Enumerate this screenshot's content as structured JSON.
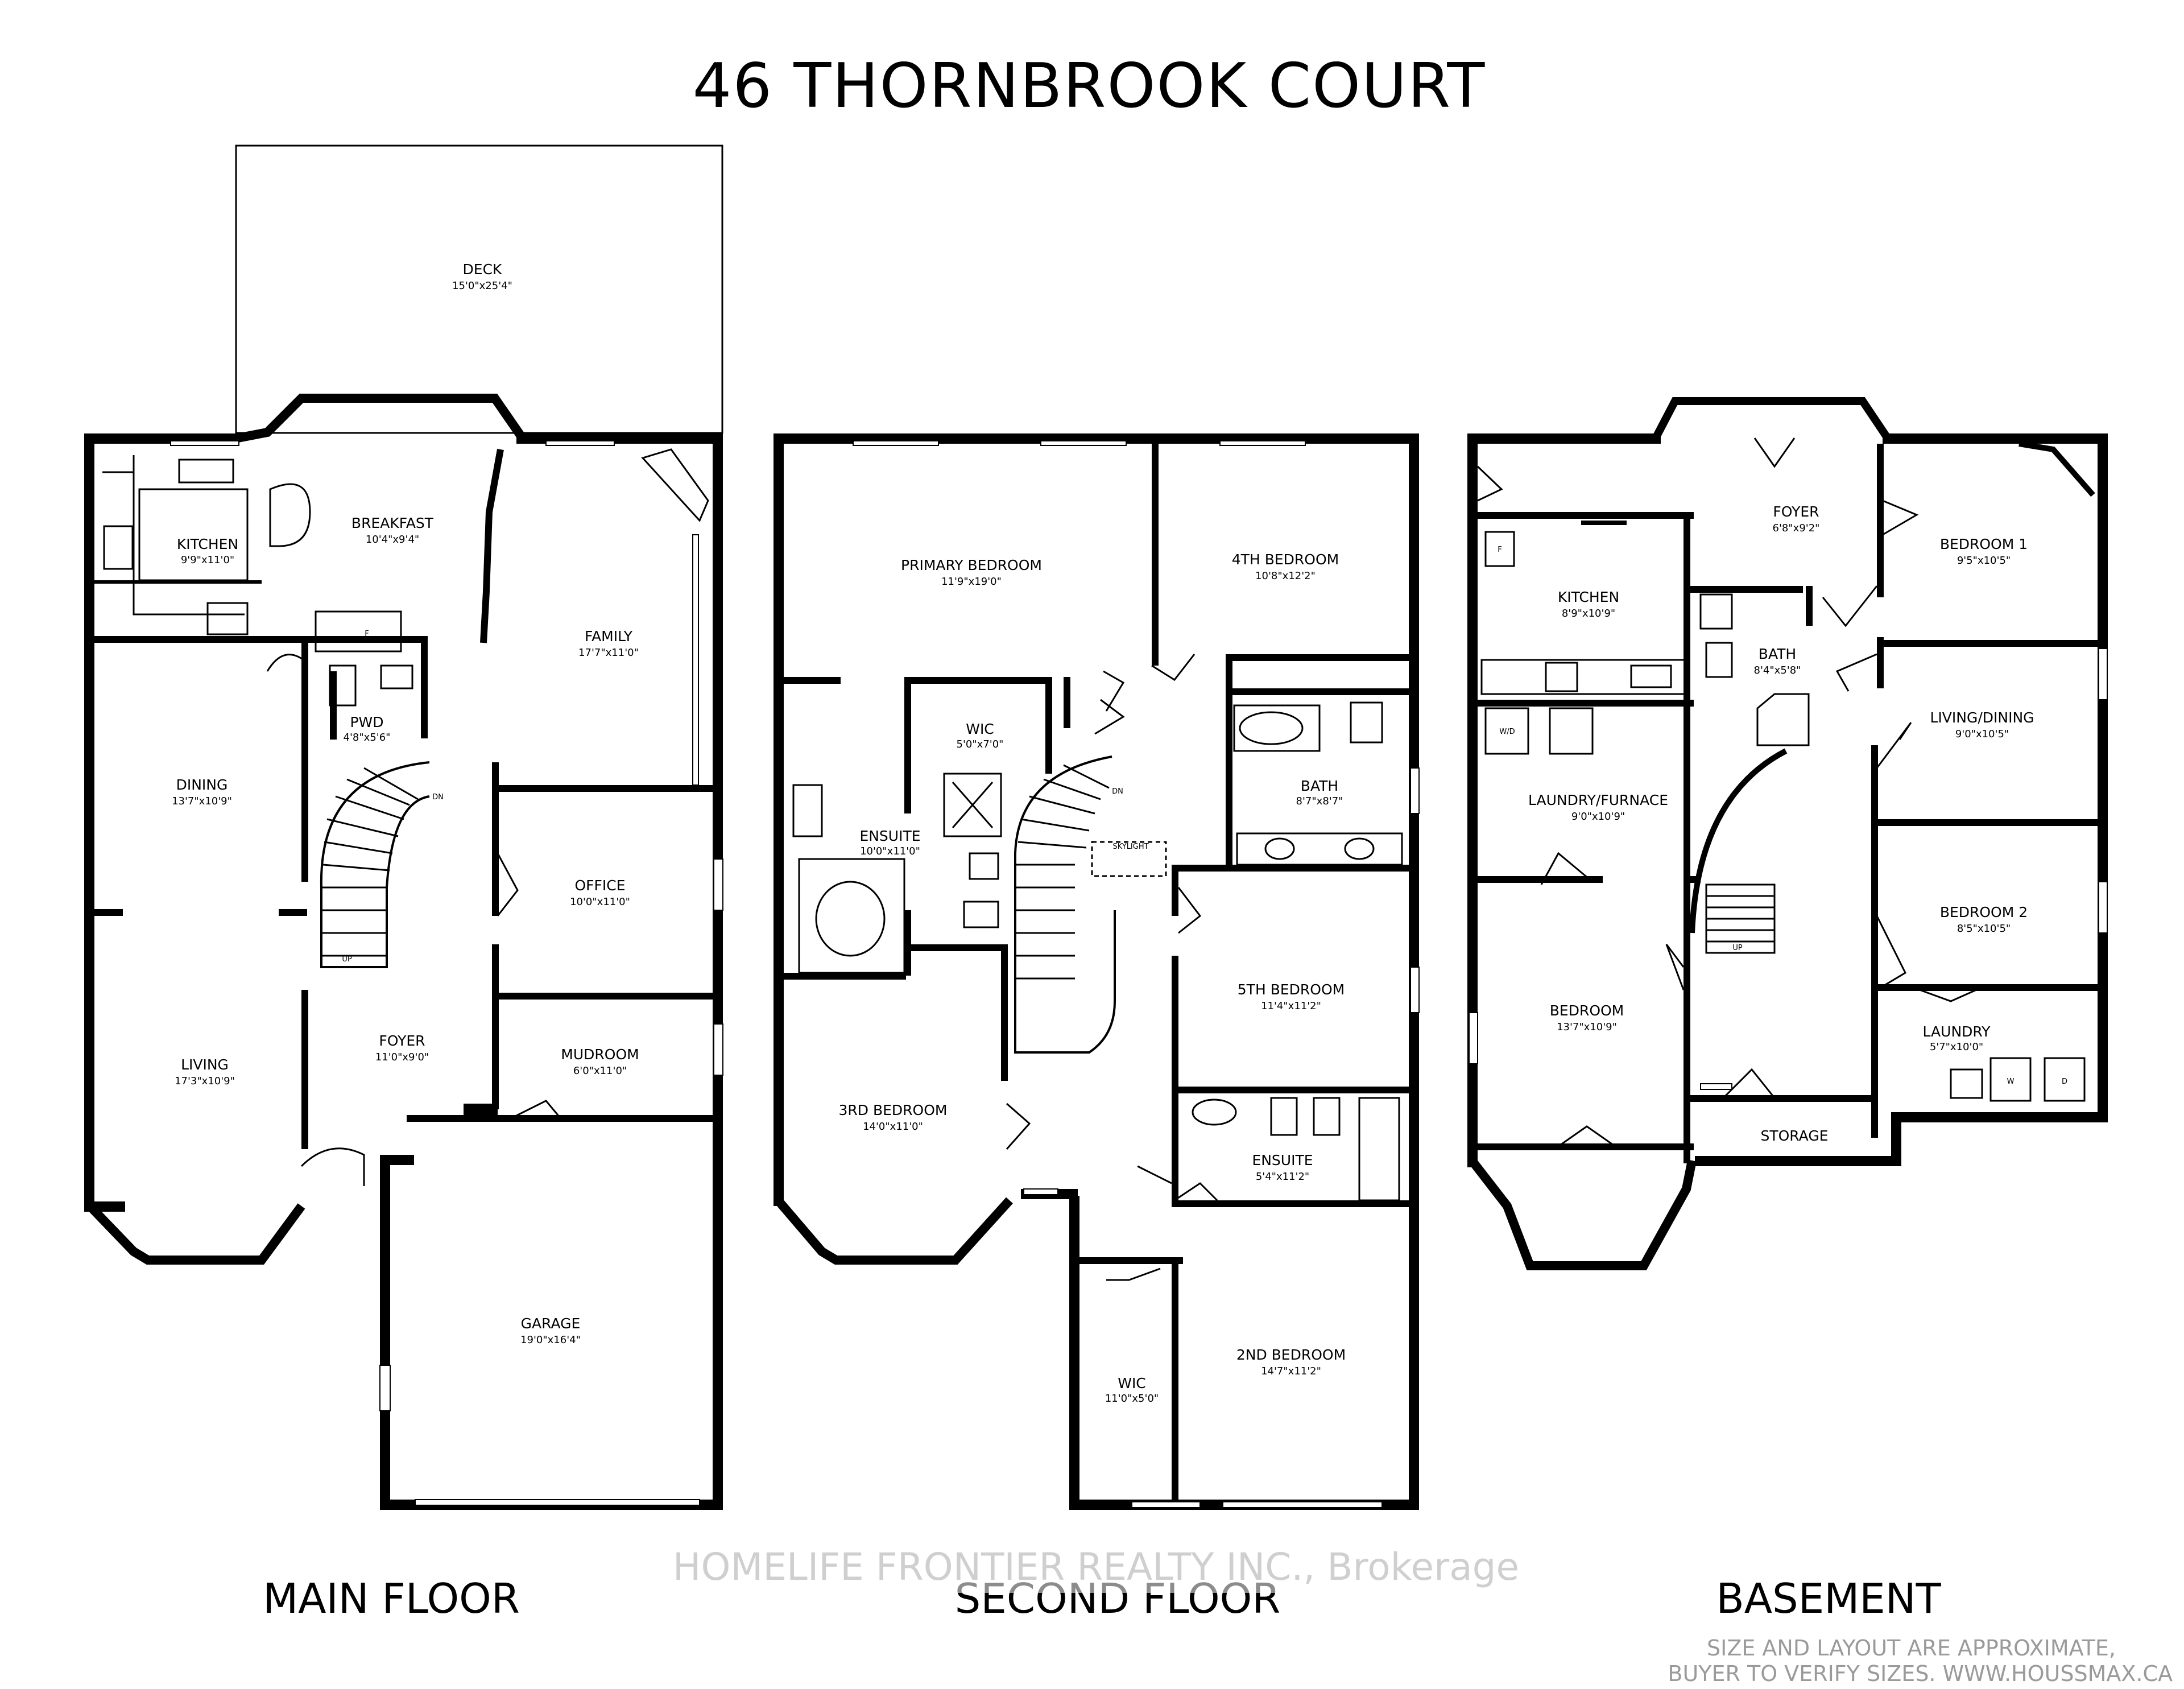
{
  "title": "46 THORNBROOK COURT",
  "floors": {
    "main": "MAIN FLOOR",
    "second": "SECOND FLOOR",
    "basement": "BASEMENT"
  },
  "rooms": {
    "deck": {
      "name": "DECK",
      "dim": "15'0\"x25'4\""
    },
    "kitchen": {
      "name": "KITCHEN",
      "dim": "9'9\"x11'0\""
    },
    "breakfast": {
      "name": "BREAKFAST",
      "dim": "10'4\"x9'4\""
    },
    "family": {
      "name": "FAMILY",
      "dim": "17'7\"x11'0\""
    },
    "dining": {
      "name": "DINING",
      "dim": "13'7\"x10'9\""
    },
    "pwd": {
      "name": "PWD",
      "dim": "4'8\"x5'6\""
    },
    "office": {
      "name": "OFFICE",
      "dim": "10'0\"x11'0\""
    },
    "living": {
      "name": "LIVING",
      "dim": "17'3\"x10'9\""
    },
    "foyer_main": {
      "name": "FOYER",
      "dim": "11'0\"x9'0\""
    },
    "mudroom": {
      "name": "MUDROOM",
      "dim": "6'0\"x11'0\""
    },
    "garage": {
      "name": "GARAGE",
      "dim": "19'0\"x16'4\""
    },
    "primary_bedroom": {
      "name": "PRIMARY BEDROOM",
      "dim": "11'9\"x19'0\""
    },
    "fourth_bedroom": {
      "name": "4TH BEDROOM",
      "dim": "10'8\"x12'2\""
    },
    "wic_primary": {
      "name": "WIC",
      "dim": "5'0\"x7'0\""
    },
    "bath_second": {
      "name": "BATH",
      "dim": "8'7\"x8'7\""
    },
    "ensuite_primary": {
      "name": "ENSUITE",
      "dim": "10'0\"x11'0\""
    },
    "fifth_bedroom": {
      "name": "5TH BEDROOM",
      "dim": "11'4\"x11'2\""
    },
    "third_bedroom": {
      "name": "3RD BEDROOM",
      "dim": "14'0\"x11'0\""
    },
    "ensuite_second": {
      "name": "ENSUITE",
      "dim": "5'4\"x11'2\""
    },
    "second_bedroom": {
      "name": "2ND BEDROOM",
      "dim": "14'7\"x11'2\""
    },
    "wic_second": {
      "name": "WIC",
      "dim": "11'0\"x5'0\""
    },
    "foyer_basement": {
      "name": "FOYER",
      "dim": "6'8\"x9'2\""
    },
    "bedroom1": {
      "name": "BEDROOM 1",
      "dim": "9'5\"x10'5\""
    },
    "kitchen_basement": {
      "name": "KITCHEN",
      "dim": "8'9\"x10'9\""
    },
    "bath_basement": {
      "name": "BATH",
      "dim": "8'4\"x5'8\""
    },
    "living_dining": {
      "name": "LIVING/DINING",
      "dim": "9'0\"x10'5\""
    },
    "laundry_furnace": {
      "name": "LAUNDRY/FURNACE",
      "dim": "9'0\"x10'9\""
    },
    "bedroom2": {
      "name": "BEDROOM 2",
      "dim": "8'5\"x10'5\""
    },
    "bedroom_basement": {
      "name": "BEDROOM",
      "dim": "13'7\"x10'9\""
    },
    "laundry": {
      "name": "LAUNDRY",
      "dim": "5'7\"x10'0\""
    },
    "storage": {
      "name": "STORAGE",
      "dim": ""
    }
  },
  "fixture_labels": {
    "fridge": "F",
    "washer_dryer": "W/D",
    "washer": "W",
    "dryer": "D",
    "up": "UP",
    "dn": "DN",
    "skylight": "SKYLIGHT"
  },
  "watermark": "HOMELIFE FRONTIER REALTY INC., Brokerage",
  "disclaimer": {
    "line1": "SIZE AND LAYOUT ARE APPROXIMATE,",
    "line2": "BUYER TO VERIFY SIZES. WWW.HOUSSMAX.CA"
  }
}
